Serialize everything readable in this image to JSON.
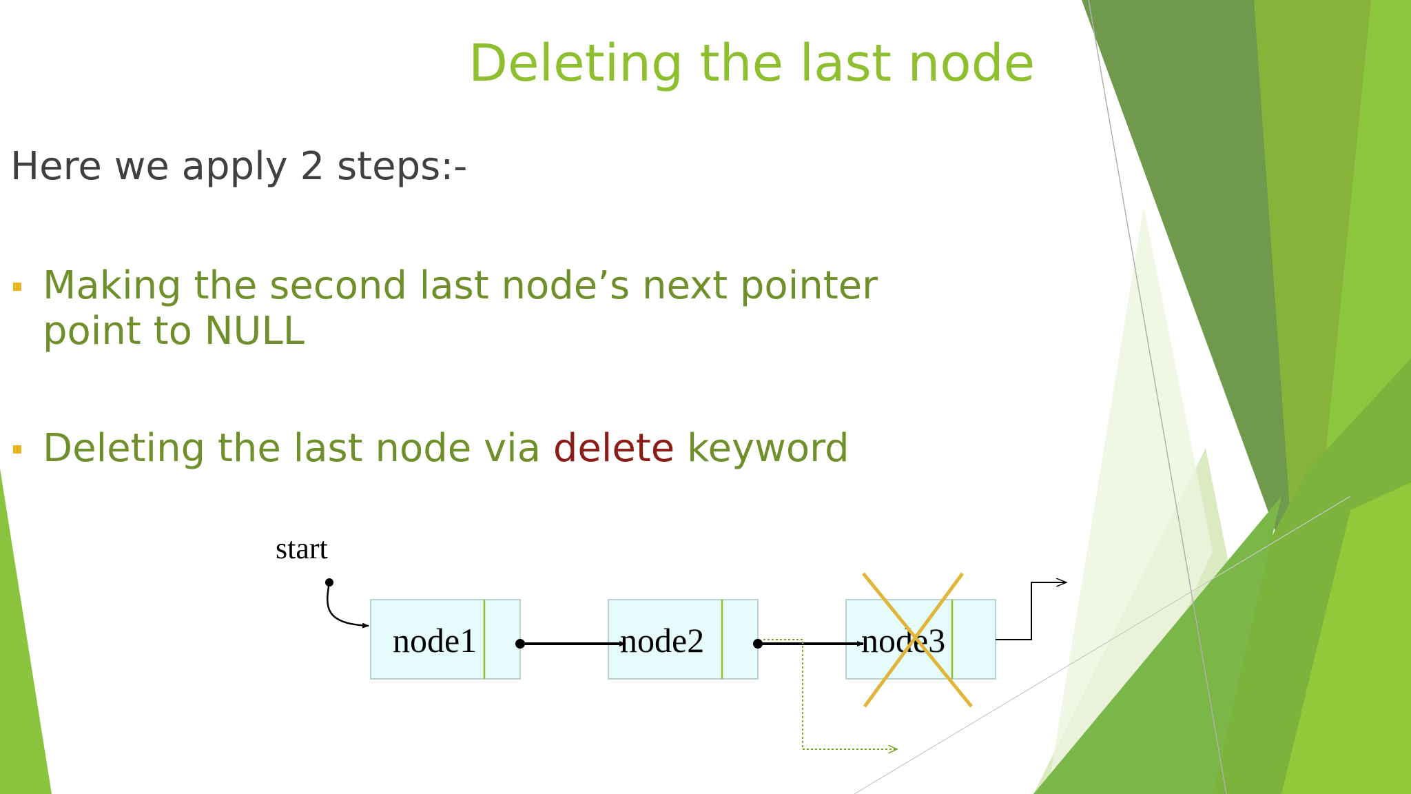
{
  "slide": {
    "title": "Deleting the last node",
    "intro": "Here we apply 2 steps:-",
    "bullets": [
      {
        "text": "Making the second last node’s next pointer point to NULL"
      },
      {
        "before": "Deleting the last node via ",
        "keyword": "delete",
        "after": " keyword"
      }
    ]
  },
  "diagram": {
    "start_label": "start",
    "nodes": [
      {
        "label": "node1"
      },
      {
        "label": "node2"
      },
      {
        "label": "node3",
        "deleted": true
      }
    ]
  },
  "colors": {
    "title": "#8dbf2f",
    "body": "#404040",
    "bullet_text": "#6e8f2a",
    "bullet_marker": "#e7b520",
    "keyword": "#8b1c18",
    "node_fill": "#e6fbfb",
    "node_divider": "#8dbf2f",
    "cross": "#e0b53a",
    "dotted_arrow": "#7aa81e"
  }
}
